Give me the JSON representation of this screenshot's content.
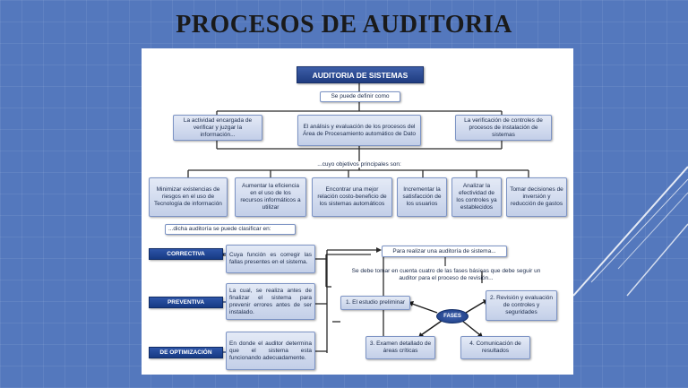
{
  "slide": {
    "title": "PROCESOS DE AUDITORIA",
    "colors": {
      "background": "#5478bd",
      "panel": "#ffffff",
      "title_box": "#1f3c80",
      "box_fill": "#c3cfe8"
    }
  },
  "diagram": {
    "root": "AUDITORIA DE SISTEMAS",
    "defined_as": "Se puede definir como",
    "definitions": [
      "La actividad encargada de verificar y juzgar la información...",
      "El análisis y evaluación de los procesos del Área de Procesamiento automático de Dato",
      "La verificación de controles de procesos de instalación de sistemas"
    ],
    "objectives_label": "...cuyo objetivos principales son:",
    "objectives": [
      "Minimizar existencias de riesgos en el uso de Tecnología de información",
      "Aumentar la eficiencia en el uso de los recursos informáticos a utilizar",
      "Encontrar una mejor relación costo-beneficio de los sistemas automáticos",
      "Incrementar la satisfacción de los usuarios",
      "Analizar la efectividad de los controles ya establecidos",
      "Tomar decisiones de inversión y reducción de gastos"
    ],
    "classify_label": "...dicha auditoría se puede clasificar en:",
    "types": [
      {
        "name": "CORRECTIVA",
        "desc": "Cuya función es corregir las fallas presentes en el sistema."
      },
      {
        "name": "PREVENTIVA",
        "desc": "La cual, se realiza antes de finalizar el sistema para prevenir errores antes de ser instalado."
      },
      {
        "name": "DE OPTIMIZACIÓN",
        "desc": "En donde el auditor determina que el sistema esta funcionando adecuadamente."
      }
    ],
    "process_label": "Para realizar una auditoría de sistema...",
    "process_note": "Se debe tomar en cuenta cuatro de las fases básicas que debe seguir un auditor para el proceso de revisión...",
    "phases_center": "FASES",
    "phases": [
      "1. El estudio preliminar",
      "2. Revisión y evaluación de controles y seguridades",
      "3. Examen detallado de áreas críticas",
      "4. Comunicación de resultados"
    ]
  }
}
